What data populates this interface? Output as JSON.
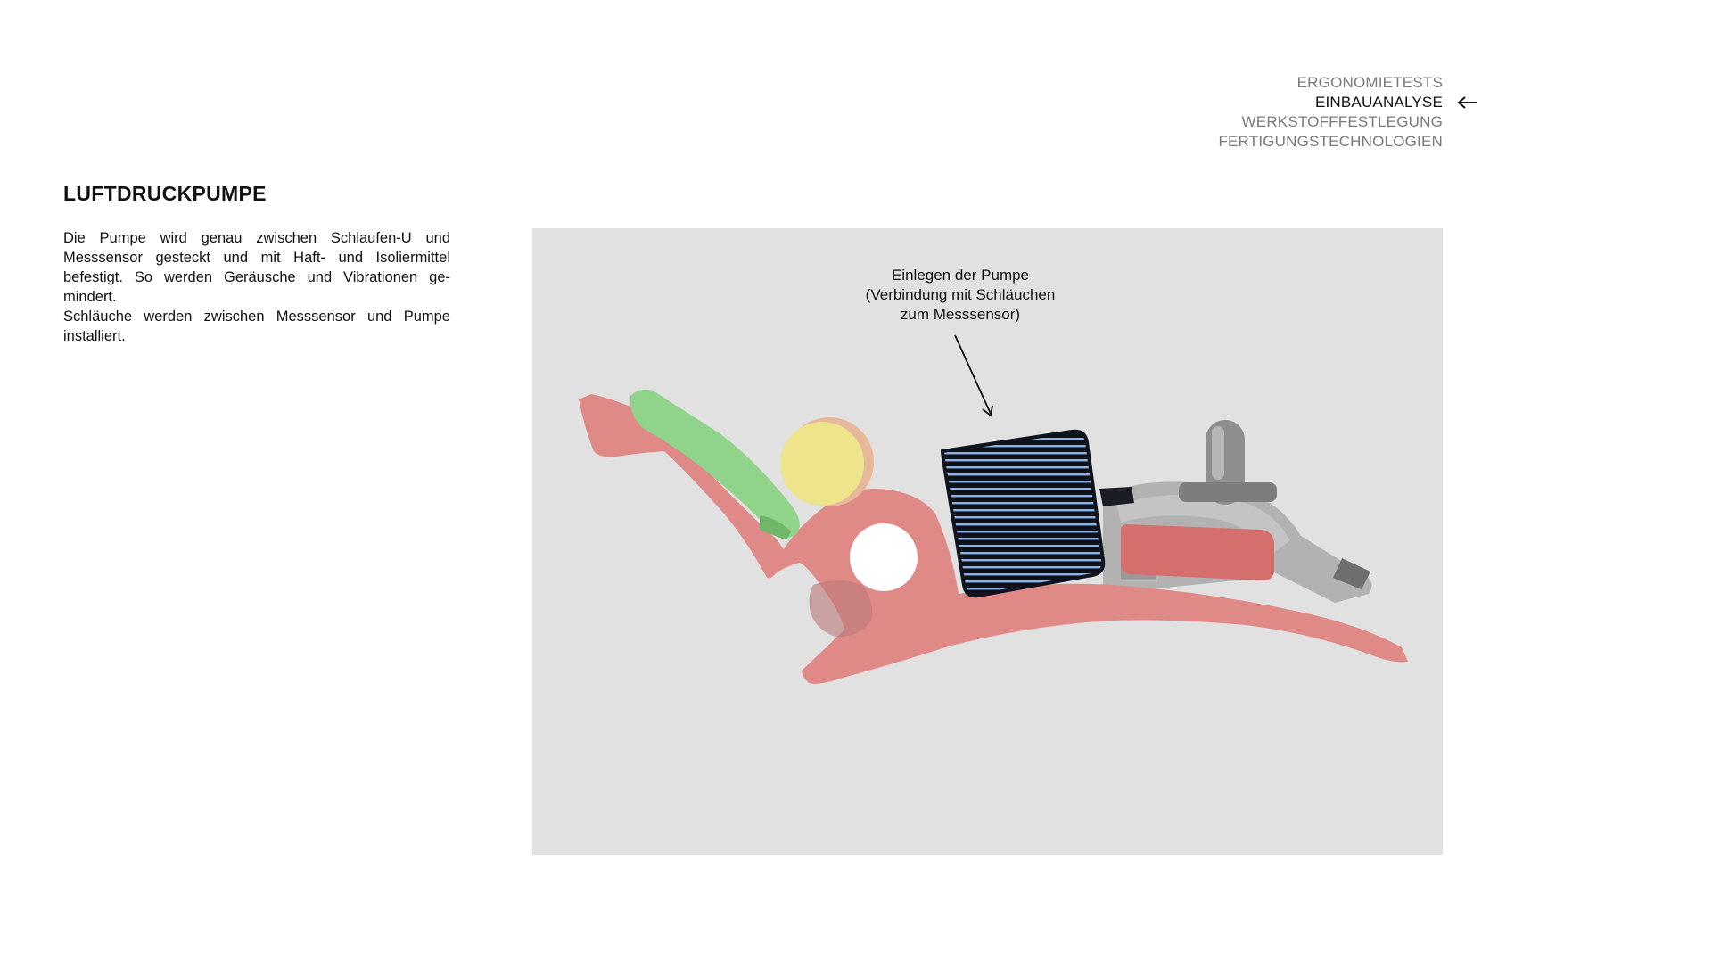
{
  "nav": {
    "items": [
      {
        "label": "ERGONOMIETESTS",
        "active": false
      },
      {
        "label": "EINBAUANALYSE",
        "active": true
      },
      {
        "label": "WERKSTOFFFESTLEGUNG",
        "active": false
      },
      {
        "label": "FERTIGUNGSTECHNOLOGIEN",
        "active": false
      }
    ]
  },
  "section": {
    "title": "LUFTDRUCKPUMPE",
    "paragraph1": "Die Pumpe wird genau zwischen Schlaufen-U und Messsensor gesteckt und mit Haft- und Isoliermittel befestigt. So werden Geräusche und Vibrationen ge-mindert.",
    "paragraph2": "Schläuche werden zwischen Messsensor und Pumpe installiert."
  },
  "figure": {
    "annotation": {
      "line1": "Einlegen der Pumpe",
      "line2": "(Verbindung mit Schläuchen",
      "line3": "zum Messsensor)"
    }
  },
  "colors": {
    "panel_bg": "#e1e1e1",
    "frame_red": "#e08a88",
    "sensor_green": "#8fd48a",
    "knob_yellow": "#ede48b",
    "pump_stripe": "#8fb3e6",
    "pump_dark": "#10131c"
  }
}
